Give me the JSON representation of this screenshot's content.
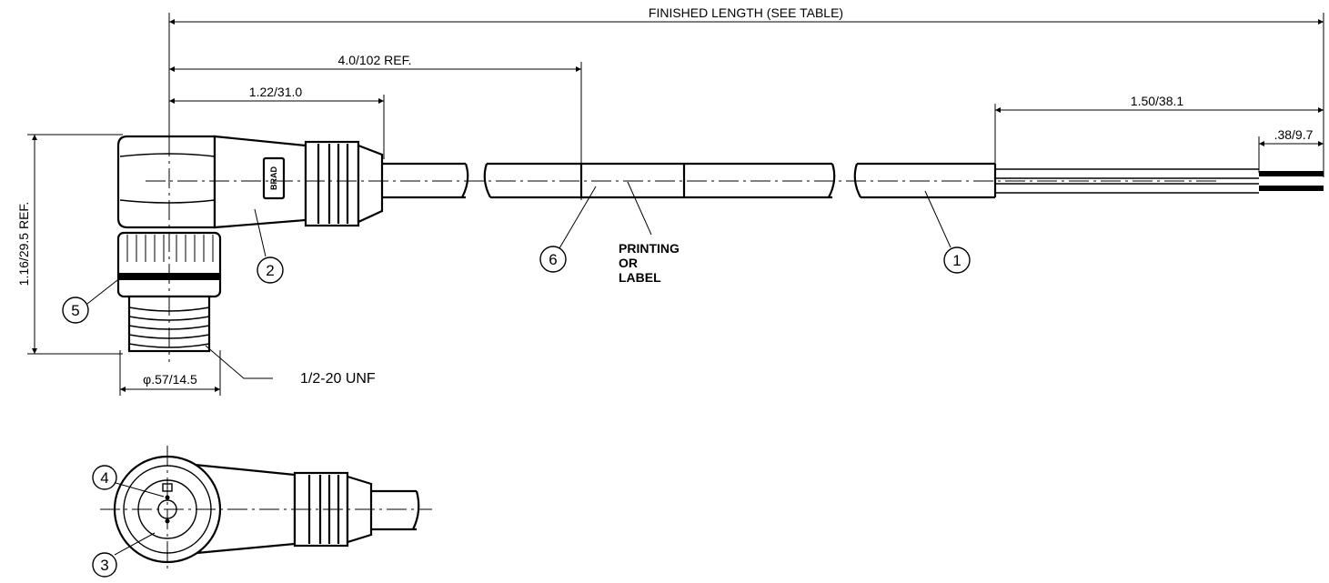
{
  "dimensions": {
    "finished_length": "FINISHED LENGTH (SEE TABLE)",
    "ref_4_0": "4.0/102 REF.",
    "ref_1_22": "1.22/31.0",
    "ref_1_50": "1.50/38.1",
    "ref_38": ".38/9.7",
    "height_ref": "1.16/29.5 REF.",
    "diameter": "φ.57/14.5",
    "thread": "1/2-20 UNF"
  },
  "labels": {
    "printing": [
      "PRINTING",
      "OR",
      "LABEL"
    ],
    "brand": "BRAD"
  },
  "balloons": [
    "1",
    "2",
    "3",
    "4",
    "5",
    "6"
  ]
}
